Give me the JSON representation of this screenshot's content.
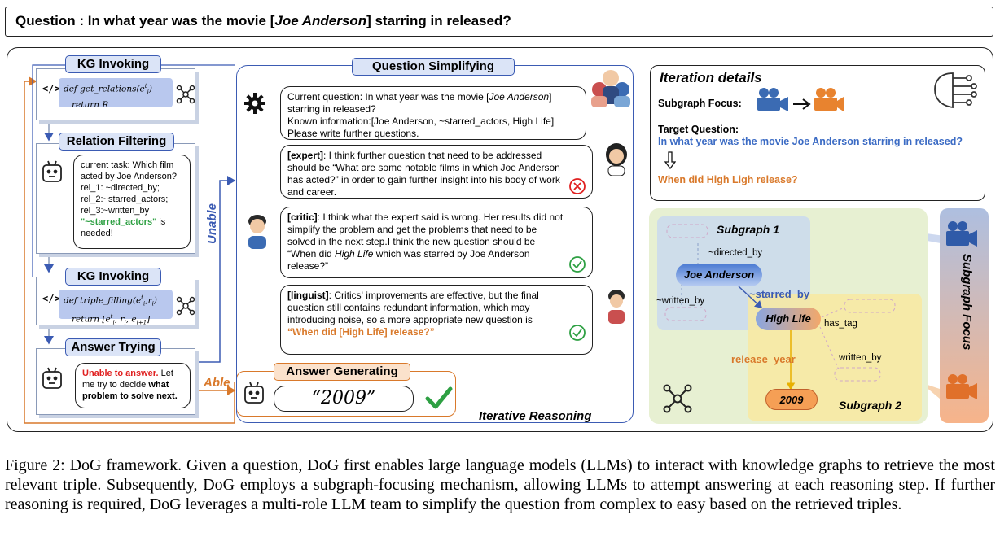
{
  "question": {
    "prefix": "Question : In what year was the movie [",
    "entity": "Joe Anderson",
    "suffix": "] starring in released?"
  },
  "kg_invoking_1": {
    "title": "KG Invoking",
    "code_line1": "def get_relations(e",
    "code_line1_sup": "t",
    "code_line1_sub": "i",
    "code_line1_end": ")",
    "code_line2": "return R"
  },
  "relation_filtering": {
    "title": "Relation Filtering",
    "lines": [
      "current task: Which film",
      "acted by Joe Anderson?",
      "rel_1: ~directed_by;",
      "rel_2:~starred_actors;",
      "rel_3:~written_by"
    ],
    "highlight": "\"~starred_actors\"",
    "after_highlight": " is",
    "last": "needed!"
  },
  "kg_invoking_2": {
    "title": "KG Invoking",
    "code_line1": "def triple_filling(e",
    "code_line1_mid": ",r",
    "code_line1_end": ")",
    "code_line2": "return [e",
    "code_line2_mid": ", r",
    "code_line2_end": ", e",
    "code_line2_close": "]"
  },
  "answer_trying": {
    "title": "Answer Trying",
    "red": "Unable to answer.",
    "text1": " Let me try to decide ",
    "bold": "what problem to solve next."
  },
  "labels": {
    "unable": "Unable",
    "able": "Able",
    "iterative": "Iterative Reasoning"
  },
  "answer_generating": {
    "title": "Answer Generating",
    "answer": "“2009”"
  },
  "question_simplifying": {
    "title": "Question Simplifying",
    "host": {
      "l1_pre": "Current question: In what year was the movie [",
      "l1_ent": "Joe Anderson",
      "l1_post": "]",
      "l2": "starring in released?",
      "l3": "Known information:[Joe Anderson, ~starred_actors, High Life]",
      "l4": "Please write further questions."
    },
    "expert": {
      "role": "[expert]",
      "text": ": I think further question that need to be addressed should be “What are some notable films in which Joe Anderson has acted?” in order to gain further insight into his body of work and career."
    },
    "critic": {
      "role": "[critic]",
      "text1": ": I think what the expert said is wrong. Her results did not simplify the problem and get the problems that need to be solved in the next step.I think the new question should be “When did ",
      "italic": "High Life",
      "text2": "  which was starred by Joe Anderson release?”"
    },
    "linguist": {
      "role": "[linguist]",
      "text": ": Critics' improvements are effective, but the final question still contains redundant information, which may introducing noise, so a more appropriate new question is ",
      "highlight": "“When did [High Life] release?”"
    }
  },
  "iteration": {
    "title": "Iteration details",
    "focus_label": "Subgraph Focus:",
    "target_label": "Target Question:",
    "target_question": "In what year was the movie Joe Anderson starring in released?",
    "new_question": "When did High Ligh release?"
  },
  "subgraph": {
    "sg1": "Subgraph 1",
    "sg2": "Subgraph 2",
    "focus": "Subgraph Focus",
    "nodes": {
      "joe": "Joe Anderson",
      "high": "High Life",
      "year": "2009"
    },
    "edges": {
      "directed": "~directed_by",
      "starred": "~starred_by",
      "written1": "~written_by",
      "has_tag": "has_tag",
      "release": "release_year",
      "written2": "written_by"
    }
  },
  "caption": "Figure 2: DoG framework. Given a question, DoG first enables large language models (LLMs) to interact with knowledge graphs to retrieve the most relevant triple. Subsequently, DoG employs a subgraph-focusing mechanism, allowing LLMs to attempt answering at each reasoning step. If further reasoning is required, DoG leverages a multi-role LLM team to simplify the question from complex to easy based on the retrieved triples.",
  "colors": {
    "blue": "#3b5bb3",
    "orange": "#d9792b",
    "green": "#2ea043",
    "red": "#e02020"
  }
}
